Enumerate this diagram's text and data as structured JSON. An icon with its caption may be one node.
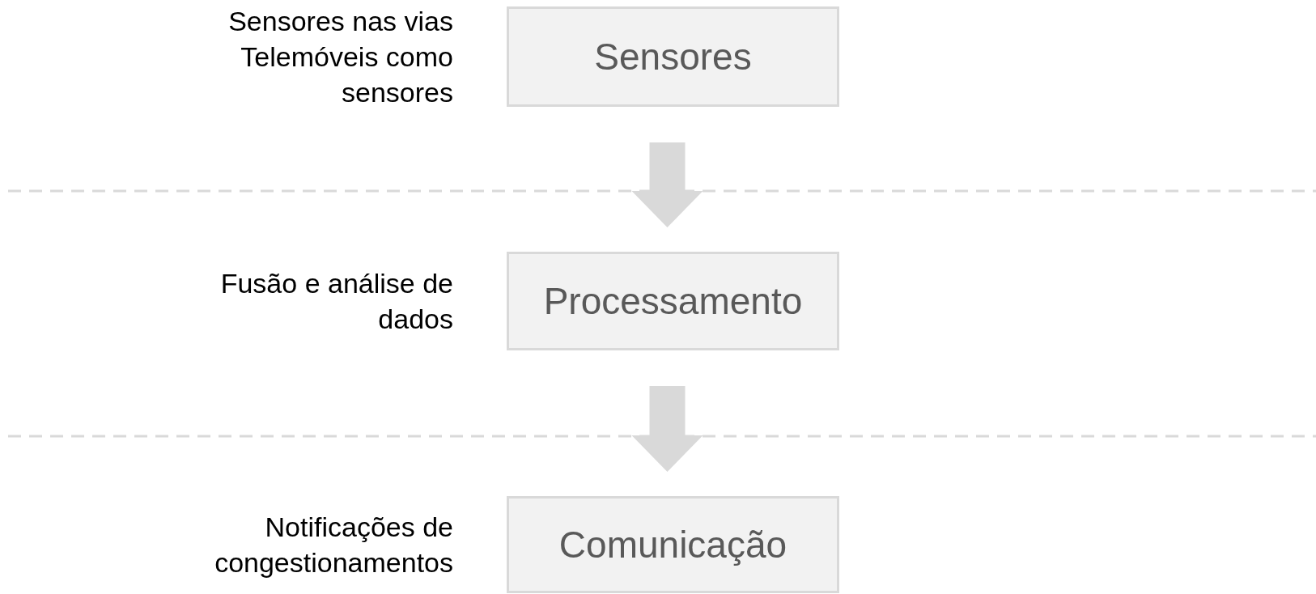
{
  "diagram": {
    "nodes": [
      {
        "text": [
          "Sensores"
        ],
        "beside": [
          "Sensores nas vias",
          "Telemóveis como sensores"
        ]
      },
      {
        "text": [
          "Processamento"
        ],
        "beside": [
          "Fusão e análise de dados"
        ]
      },
      {
        "text": [
          "Comunicação"
        ],
        "beside": [
          "Notificações de congestionamentos"
        ]
      }
    ],
    "edges": [
      {
        "from": 0,
        "to": 1,
        "arrow": "to",
        "style": "thick"
      },
      {
        "from": 1,
        "to": 2,
        "arrow": "to",
        "style": "thick"
      }
    ]
  }
}
